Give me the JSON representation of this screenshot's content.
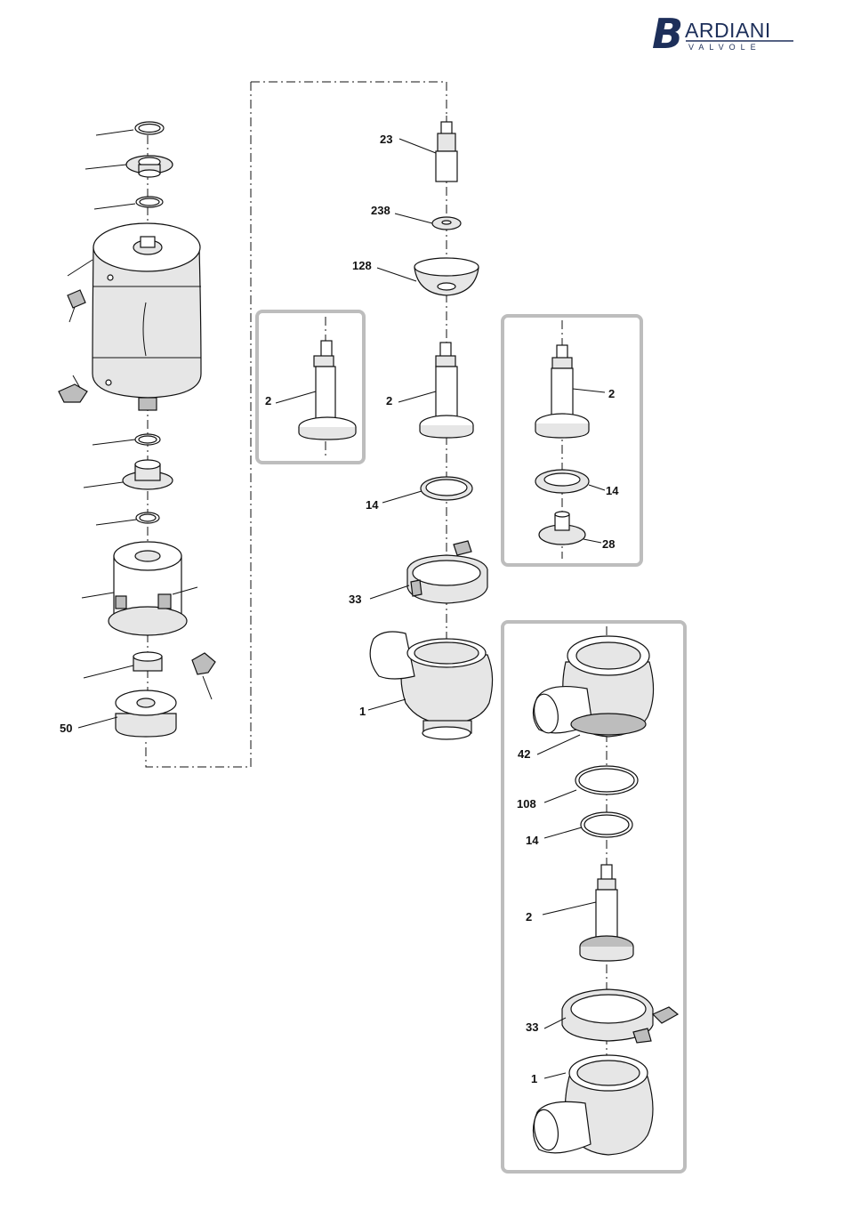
{
  "logo": {
    "initial": "B",
    "name": "ARDIANI",
    "sub": "VALVOLE",
    "color": "#1d2f5a"
  },
  "labels": {
    "l23": "23",
    "l238": "238",
    "l128": "128",
    "l2_left": "2",
    "l2_mid": "2",
    "l2_right": "2",
    "l14_mid": "14",
    "l14_right": "14",
    "l28": "28",
    "l33_mid": "33",
    "l1_mid": "1",
    "l50": "50",
    "l42": "42",
    "l108": "108",
    "l14_low": "14",
    "l2_low": "2",
    "l33_low": "33",
    "l1_low": "1"
  }
}
